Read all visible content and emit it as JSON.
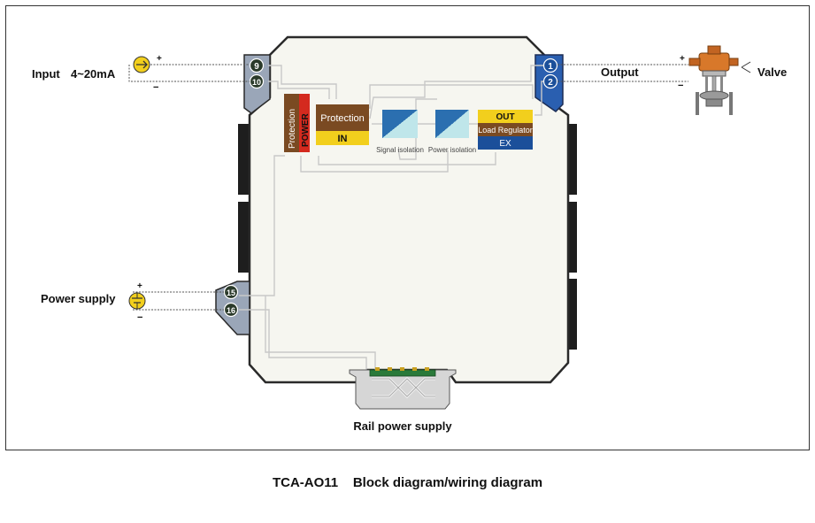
{
  "labels": {
    "input": "Input",
    "input_range": "4~20mA",
    "power_supply": "Power supply",
    "output": "Output",
    "valve": "Valve",
    "rail_power_supply": "Rail power supply"
  },
  "terminals": {
    "t9": "9",
    "t10": "10",
    "t15": "15",
    "t16": "16",
    "t1": "1",
    "t2": "2"
  },
  "polarity": {
    "plus": "+",
    "minus": "−"
  },
  "blocks": {
    "protection_vertical": "Protection",
    "power_vertical": "POWER",
    "protection_in": "Protection",
    "in": "IN",
    "signal_isolation": "Signal isolation",
    "power_isolation": "Power isolation",
    "out": "OUT",
    "load_regulator": "Load Regulator",
    "ex": "EX"
  },
  "caption": {
    "model": "TCA-AO11",
    "title": "Block diagram/wiring diagram"
  },
  "colors": {
    "brown": "#7a4a22",
    "red": "#d42a1e",
    "yellow": "#f2cf1d",
    "navy": "#1b4f9a",
    "teal": "#6cc3cf",
    "housing": "#f6f6f0",
    "housing_edge": "#2a2a2a",
    "terminal_blue": "#2a5fb0",
    "terminal_grey": "#9aa6b8"
  }
}
